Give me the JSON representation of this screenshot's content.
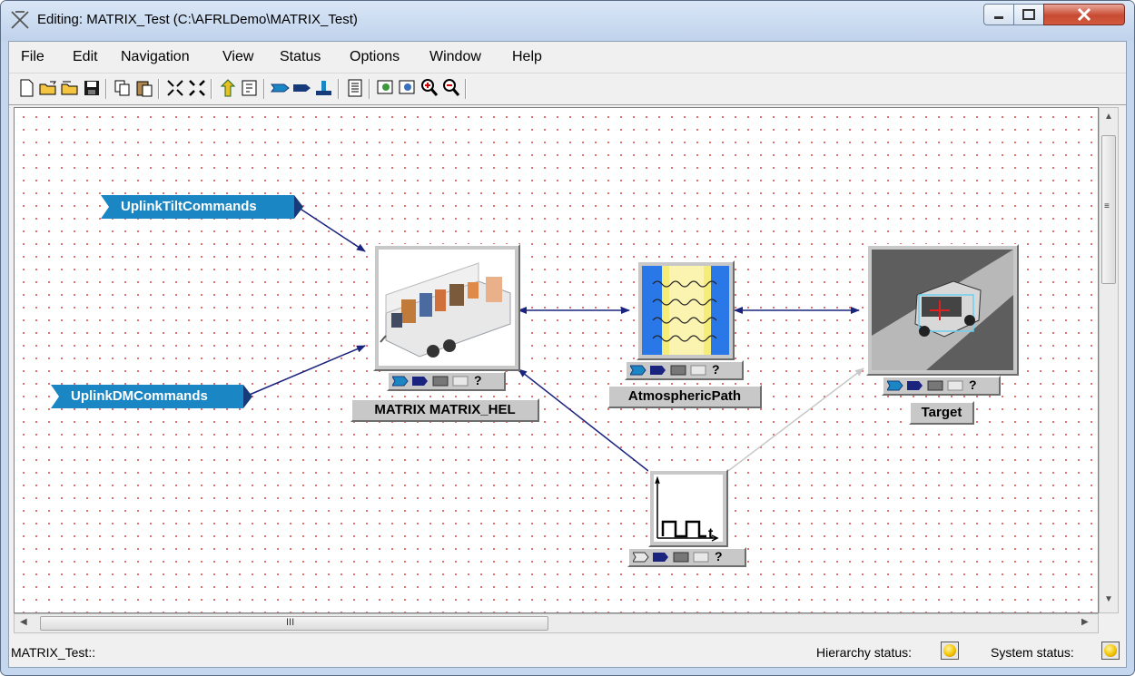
{
  "window": {
    "title": "Editing:  MATRIX_Test  (C:\\AFRLDemo\\MATRIX_Test)"
  },
  "menu": [
    "File",
    "Edit",
    "Navigation",
    "View",
    "Status",
    "Options",
    "Window",
    "Help"
  ],
  "diagram": {
    "inputs": [
      {
        "label": "UplinkTiltCommands"
      },
      {
        "label": "UplinkDMCommands"
      }
    ],
    "blocks": [
      {
        "label": "MATRIX MATRIX_HEL"
      },
      {
        "label": "AtmosphericPath"
      },
      {
        "label": "Target"
      }
    ],
    "block_status_glyph": "?"
  },
  "scrollbar": {
    "grip": "III"
  },
  "status": {
    "left": "MATRIX_Test::",
    "hierarchy_label": "Hierarchy status:",
    "system_label": "System status:"
  },
  "colors": {
    "port_label_bg": "#1a86c4",
    "wire": "#1a237e",
    "canvas_dot": "#e05a5a",
    "status_led": "#f4c400"
  }
}
